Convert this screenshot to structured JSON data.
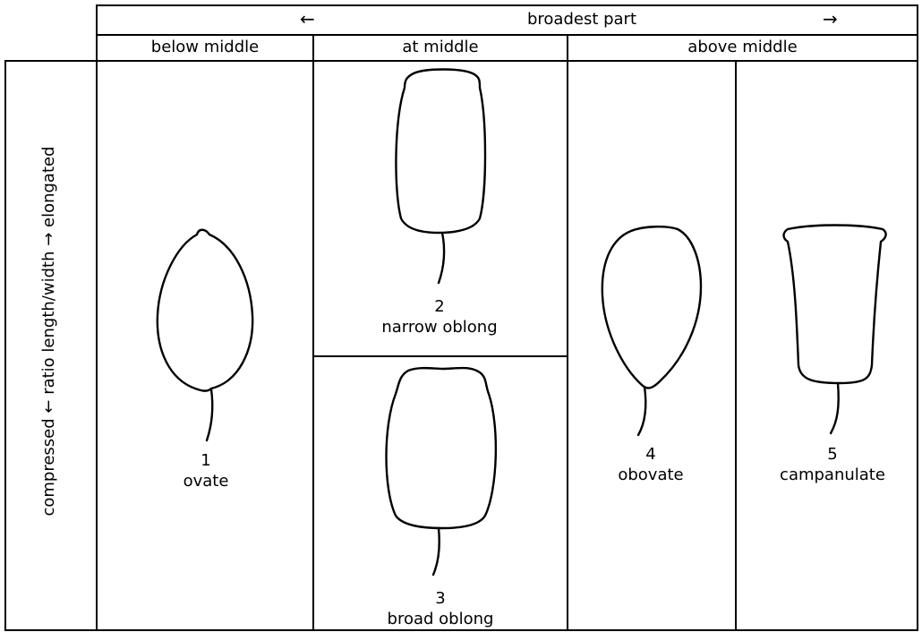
{
  "header": {
    "arrow_left": "←",
    "title": "broadest part",
    "arrow_right": "→",
    "col_below": "below middle",
    "col_at": "at middle",
    "col_above": "above middle"
  },
  "row_axis_label": "compressed ← ratio length/width → elongated",
  "shapes": [
    {
      "number": "1",
      "name": "ovate",
      "icon": "ovate-fruit-outline"
    },
    {
      "number": "2",
      "name": "narrow oblong",
      "icon": "narrow-oblong-fruit-outline"
    },
    {
      "number": "3",
      "name": "broad oblong",
      "icon": "broad-oblong-fruit-outline"
    },
    {
      "number": "4",
      "name": "obovate",
      "icon": "obovate-fruit-outline"
    },
    {
      "number": "5",
      "name": "campanulate",
      "icon": "campanulate-fruit-outline"
    }
  ]
}
